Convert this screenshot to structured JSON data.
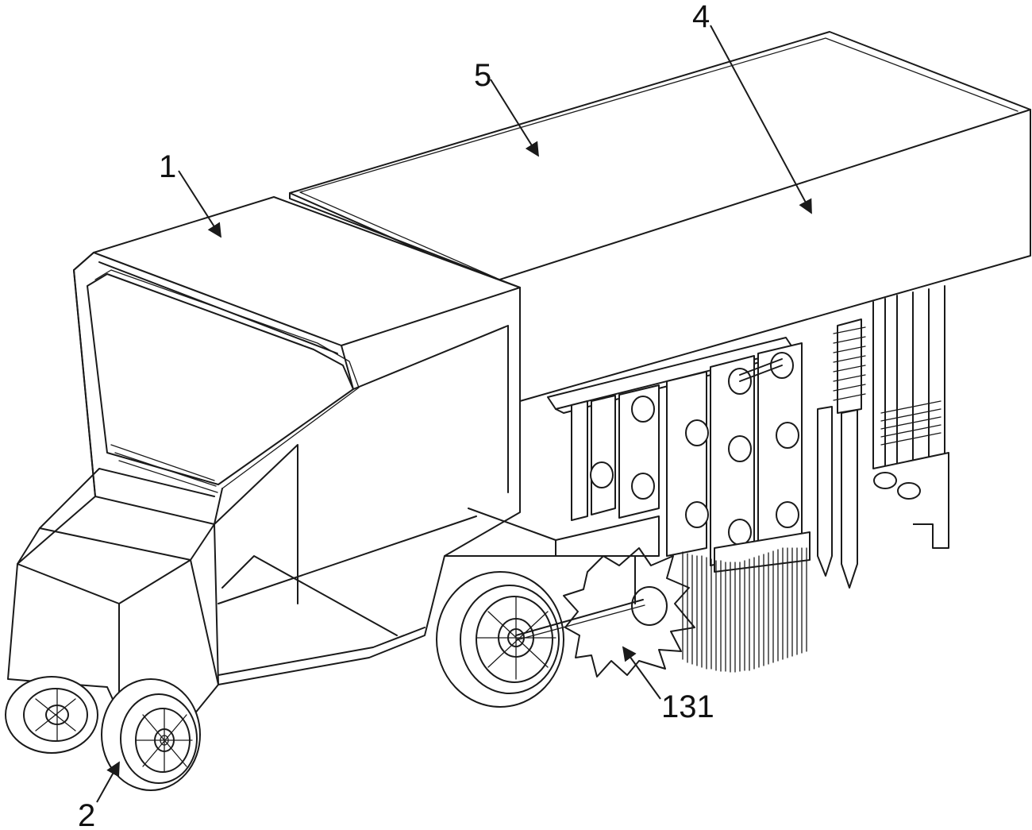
{
  "callouts": {
    "c1": "1",
    "c2": "2",
    "c4": "4",
    "c5": "5",
    "c131": "131"
  },
  "colors": {
    "line": "#1a1a1a",
    "background": "#ffffff"
  }
}
